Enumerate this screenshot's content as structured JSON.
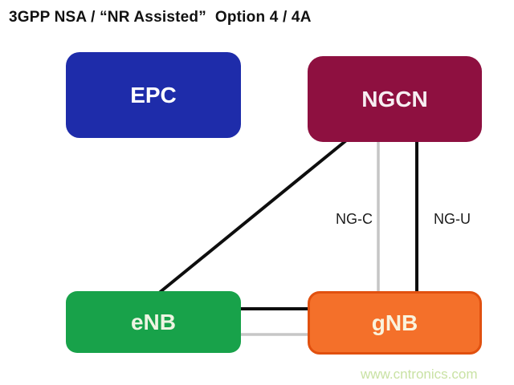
{
  "header": {
    "title": "3GPP NSA / “NR Assisted”  Option 4 / 4A"
  },
  "diagram": {
    "type": "network-architecture",
    "nodes": {
      "epc": {
        "label": "EPC",
        "fill": "#1e2caa",
        "text_color": "#ffffff"
      },
      "ngcn": {
        "label": "NGCN",
        "fill": "#8e1040",
        "text_color": "#f7eef2"
      },
      "enb": {
        "label": "eNB",
        "fill": "#18a24a",
        "text_color": "#eef4e2"
      },
      "gnb": {
        "label": "gNB",
        "fill": "#f4702a",
        "border_color": "#e1500f",
        "text_color": "#faf3dd"
      }
    },
    "edges": [
      {
        "from": "NGCN",
        "to": "eNB",
        "style": "solid-black",
        "label": ""
      },
      {
        "from": "NGCN",
        "to": "gNB",
        "style": "solid-gray",
        "label": "NG-C"
      },
      {
        "from": "NGCN",
        "to": "gNB",
        "style": "solid-black",
        "label": "NG-U"
      },
      {
        "from": "eNB",
        "to": "gNB",
        "style": "solid-black",
        "label": ""
      },
      {
        "from": "eNB",
        "to": "gNB",
        "style": "solid-gray",
        "label": ""
      }
    ],
    "edge_colors": {
      "black": "#0e0e0e",
      "gray": "#c6c6c6"
    }
  },
  "watermark": {
    "text": "www.cntronics.com",
    "color": "#c9e2a4"
  }
}
